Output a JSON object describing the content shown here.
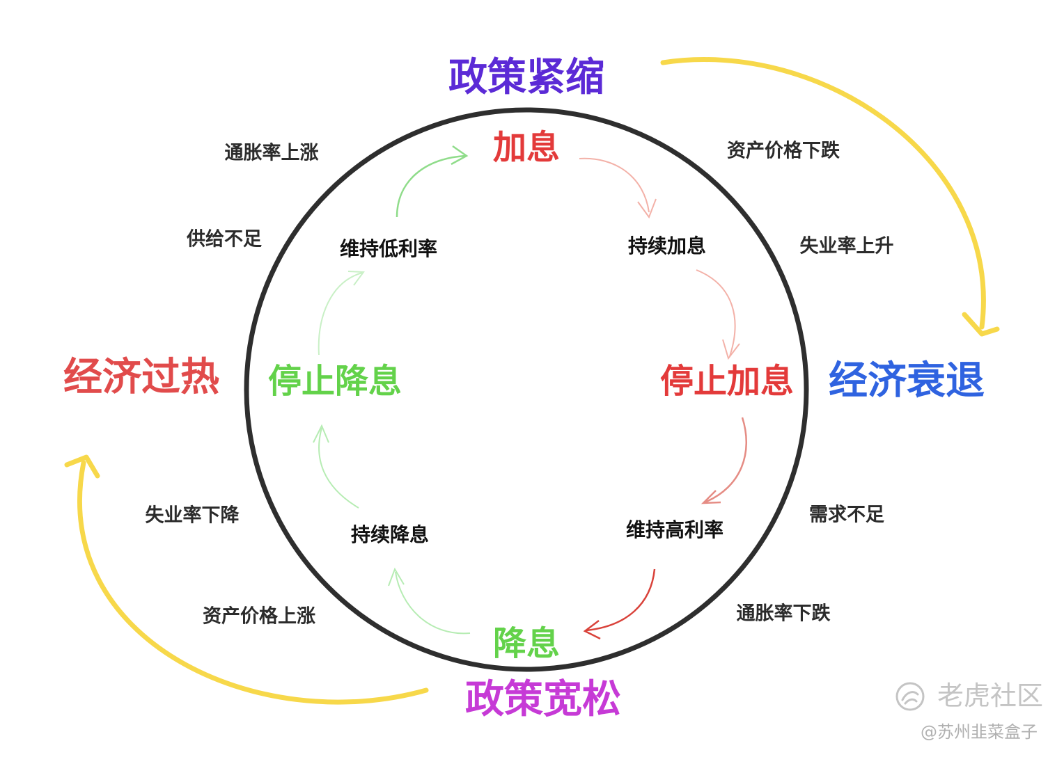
{
  "colors": {
    "circle": "#2e2e2e",
    "yellow_arrow": "#f7d84a",
    "tightening": "#5b2ad6",
    "easing": "#c63ad6",
    "overheat": "#e14b4b",
    "recession": "#2f63e0",
    "red_phase": "#e33a3a",
    "green_phase": "#63d24a",
    "red_arrow_light": "#f3b1a8",
    "red_arrow_dark": "#d9423a",
    "green_arrow": "#9be39a"
  },
  "icons": [
    "tiger-logo-icon"
  ],
  "policy": {
    "tightening": "政策紧缩",
    "easing": "政策宽松"
  },
  "economy": {
    "overheat": "经济过热",
    "recession": "经济衰退"
  },
  "phases": {
    "hike": "加息",
    "stop_hike": "停止加息",
    "cut": "降息",
    "stop_cut": "停止降息"
  },
  "steps": {
    "keep_hiking": "持续加息",
    "hold_high": "维持高利率",
    "keep_cutting": "持续降息",
    "hold_low": "维持低利率"
  },
  "conditions": {
    "inflation_rising": "通胀率上涨",
    "supply_shortage": "供给不足",
    "asset_prices_falling": "资产价格下跌",
    "unemployment_rising": "失业率上升",
    "demand_shortage": "需求不足",
    "inflation_falling": "通胀率下跌",
    "unemployment_falling": "失业率下降",
    "asset_prices_rising": "资产价格上涨"
  },
  "watermark": {
    "logo_text": "老虎社区",
    "user": "@苏州韭菜盒子"
  }
}
